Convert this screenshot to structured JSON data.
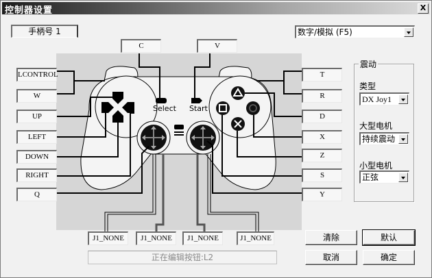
{
  "window": {
    "title": "控制器设置",
    "close_label": "X"
  },
  "pad_selector": {
    "label": "手柄号 1"
  },
  "mode_select": {
    "value": "数字/模拟 (F5)"
  },
  "top_fields": {
    "select": "C",
    "start": "V"
  },
  "left_fields": [
    "LCONTROL",
    "W",
    "UP",
    "LEFT",
    "DOWN",
    "RIGHT",
    "Q"
  ],
  "right_fields": [
    "T",
    "R",
    "D",
    "X",
    "Z",
    "S",
    "Y"
  ],
  "bottom_fields": [
    "J1_NONE",
    "J1_NONE",
    "J1_NONE",
    "J1_NONE"
  ],
  "controller": {
    "select_label": "Select",
    "start_label": "Start"
  },
  "vibration": {
    "group_label": "震动",
    "type_label": "类型",
    "type_value": "DX Joy1",
    "large_motor_label": "大型电机",
    "large_motor_value": "持续震动",
    "small_motor_label": "小型电机",
    "small_motor_value": "正弦"
  },
  "status": {
    "text": "正在编辑按钮:L2"
  },
  "buttons": {
    "clear": "清除",
    "default": "默认",
    "cancel": "取消",
    "ok": "确定"
  }
}
